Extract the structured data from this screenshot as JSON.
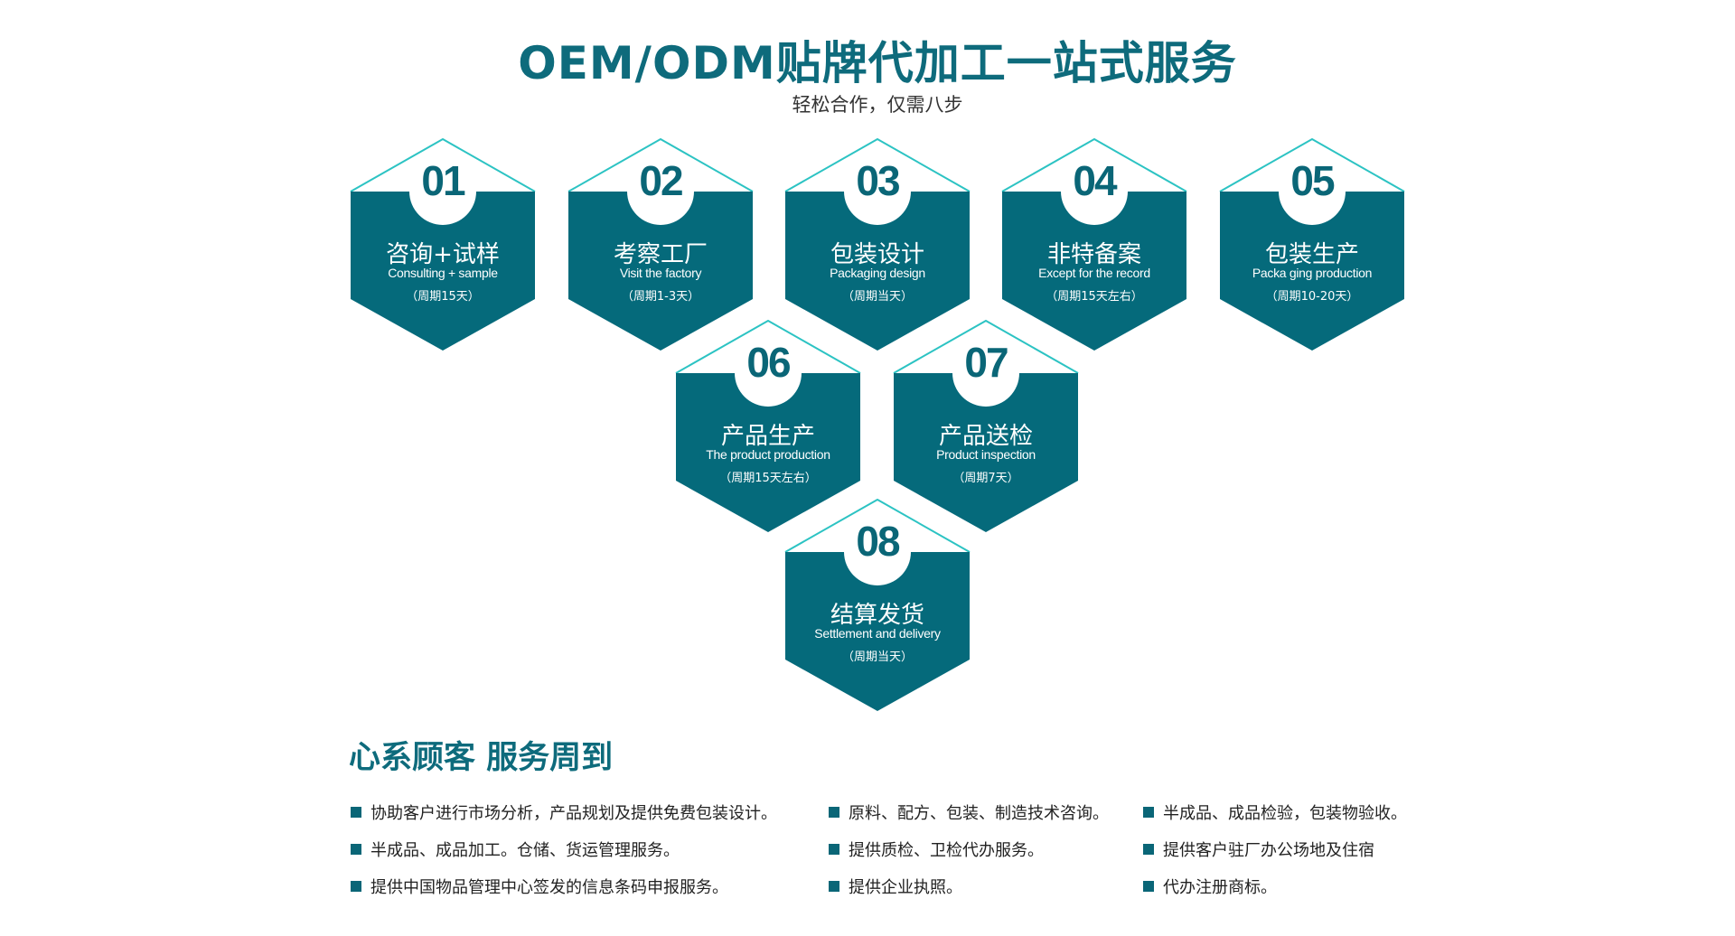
{
  "header": {
    "title": "OEM/ODM贴牌代加工一站式服务",
    "subtitle": "轻松合作，仅需八步"
  },
  "colors": {
    "primary": "#056a7b",
    "outline": "#2cc3c3",
    "title": "#0e6b7c"
  },
  "steps": [
    {
      "num": "01",
      "cn": "咨询+试样",
      "en": "Consulting + sample",
      "period": "（周期15天）"
    },
    {
      "num": "02",
      "cn": "考察工厂",
      "en": "Visit the factory",
      "period": "（周期1-3天）"
    },
    {
      "num": "03",
      "cn": "包装设计",
      "en": "Packaging design",
      "period": "（周期当天）"
    },
    {
      "num": "04",
      "cn": "非特备案",
      "en": "Except for the record",
      "period": "（周期15天左右）"
    },
    {
      "num": "05",
      "cn": "包装生产",
      "en": "Packa ging production",
      "period": "（周期10-20天）"
    },
    {
      "num": "06",
      "cn": "产品生产",
      "en": "The product production",
      "period": "（周期15天左右）"
    },
    {
      "num": "07",
      "cn": "产品送检",
      "en": "Product inspection",
      "period": "（周期7天）"
    },
    {
      "num": "08",
      "cn": "结算发货",
      "en": "Settlement and delivery",
      "period": "（周期当天）"
    }
  ],
  "services": {
    "title": "心系顾客 服务周到",
    "items": [
      "协助客户进行市场分析，产品规划及提供免费包装设计。",
      "原料、配方、包装、制造技术咨询。",
      "半成品、成品检验，包装物验收。",
      "半成品、成品加工。仓储、货运管理服务。",
      "提供质检、卫检代办服务。",
      "提供客户驻厂办公场地及住宿",
      "提供中国物品管理中心签发的信息条码申报服务。",
      "提供企业执照。",
      "代办注册商标。"
    ]
  }
}
